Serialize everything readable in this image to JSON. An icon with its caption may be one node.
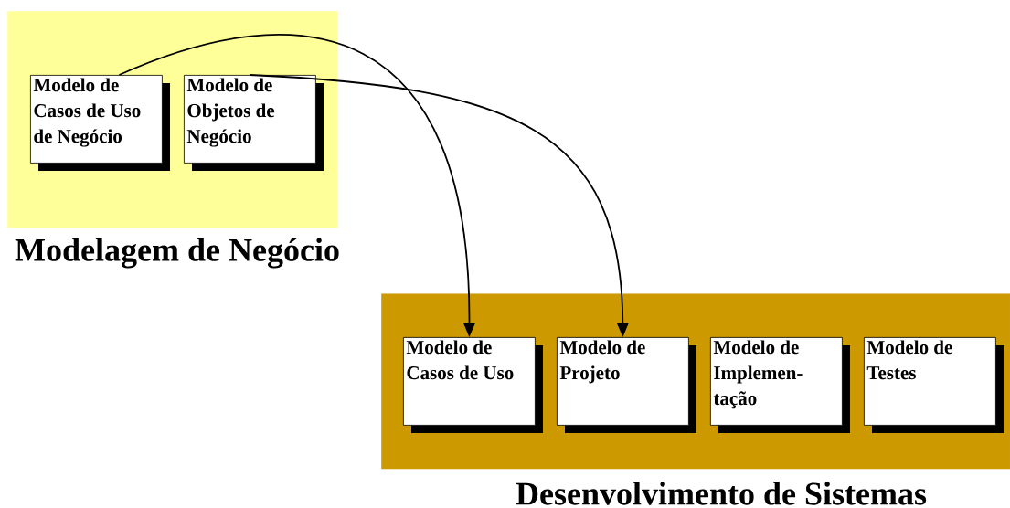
{
  "diagram": {
    "nodes": [
      {
        "text": [
          "Modelagem de Negócio"
        ]
      },
      {
        "text": [
          "Modelo de Casos de Uso de Negócio"
        ],
        "in": 0
      },
      {
        "text": [
          "Modelo de Objetos de Negócio"
        ],
        "in": 0
      },
      {
        "text": [
          "Desenvolvimento de Sistemas"
        ]
      },
      {
        "text": [
          "Modelo de Casos de Uso"
        ],
        "in": 3
      },
      {
        "text": [
          "Modelo de Projeto"
        ],
        "in": 3
      },
      {
        "text": [
          "Modelo de Implemen- tação"
        ],
        "in": 3
      },
      {
        "text": [
          "Modelo de Testes"
        ],
        "in": 3
      }
    ],
    "edges": [
      {
        "from": 1,
        "to": 4,
        "arrow": "to"
      },
      {
        "from": 2,
        "to": 5,
        "arrow": "to"
      }
    ]
  }
}
